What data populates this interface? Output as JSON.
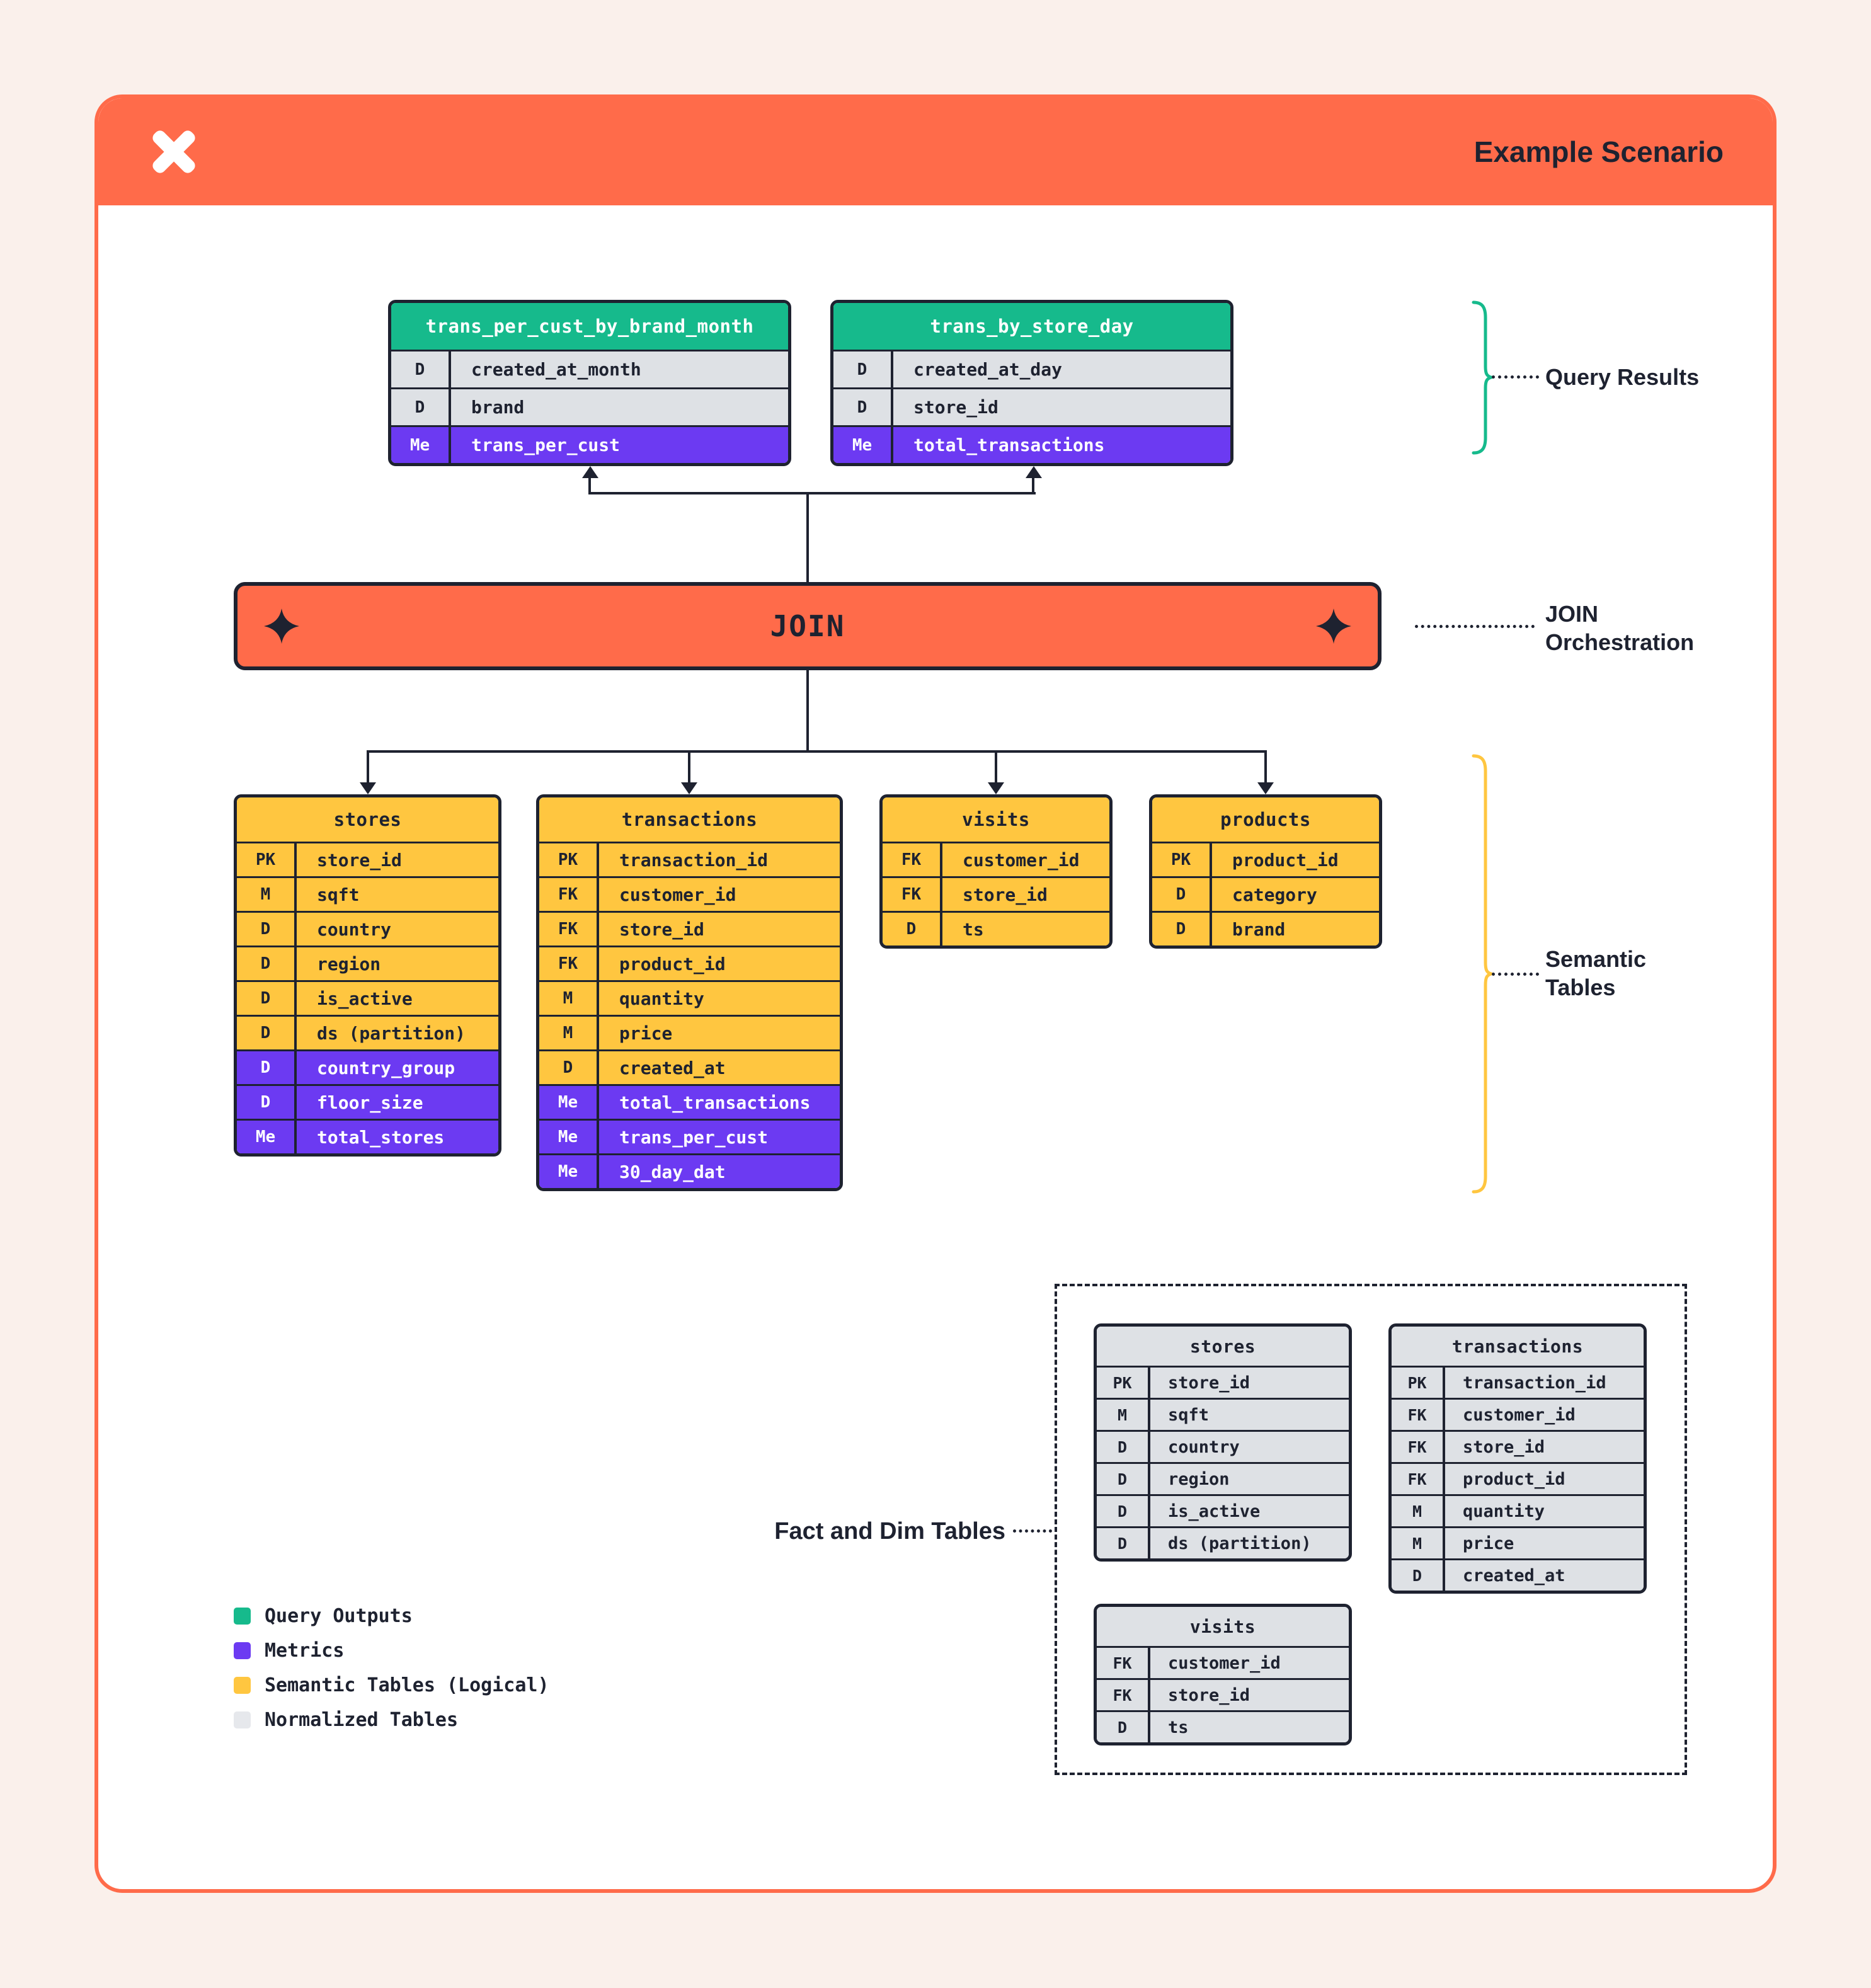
{
  "header": {
    "title": "Example Scenario"
  },
  "join": {
    "label": "JOIN"
  },
  "annotations": {
    "query_results": "Query Results",
    "join_orchestration": "JOIN\nOrchestration",
    "semantic_tables": "Semantic\nTables",
    "fact_dim": "Fact and Dim Tables"
  },
  "query_results": {
    "tables": [
      {
        "title": "trans_per_cust_by_brand_month",
        "header_variant": "green",
        "rows": [
          {
            "key": "D",
            "name": "created_at_month",
            "variant": "gray"
          },
          {
            "key": "D",
            "name": "brand",
            "variant": "gray"
          },
          {
            "key": "Me",
            "name": "trans_per_cust",
            "variant": "purple"
          }
        ]
      },
      {
        "title": "trans_by_store_day",
        "header_variant": "green",
        "rows": [
          {
            "key": "D",
            "name": "created_at_day",
            "variant": "gray"
          },
          {
            "key": "D",
            "name": "store_id",
            "variant": "gray"
          },
          {
            "key": "Me",
            "name": "total_transactions",
            "variant": "purple"
          }
        ]
      }
    ]
  },
  "semantic_tables": {
    "tables": [
      {
        "title": "stores",
        "header_variant": "yellow",
        "rows": [
          {
            "key": "PK",
            "name": "store_id",
            "variant": "yellow"
          },
          {
            "key": "M",
            "name": "sqft",
            "variant": "yellow"
          },
          {
            "key": "D",
            "name": "country",
            "variant": "yellow"
          },
          {
            "key": "D",
            "name": "region",
            "variant": "yellow"
          },
          {
            "key": "D",
            "name": "is_active",
            "variant": "yellow"
          },
          {
            "key": "D",
            "name": "ds (partition)",
            "variant": "yellow"
          },
          {
            "key": "D",
            "name": "country_group",
            "variant": "purple"
          },
          {
            "key": "D",
            "name": "floor_size",
            "variant": "purple"
          },
          {
            "key": "Me",
            "name": "total_stores",
            "variant": "purple"
          }
        ]
      },
      {
        "title": "transactions",
        "header_variant": "yellow",
        "rows": [
          {
            "key": "PK",
            "name": "transaction_id",
            "variant": "yellow"
          },
          {
            "key": "FK",
            "name": "customer_id",
            "variant": "yellow"
          },
          {
            "key": "FK",
            "name": "store_id",
            "variant": "yellow"
          },
          {
            "key": "FK",
            "name": "product_id",
            "variant": "yellow"
          },
          {
            "key": "M",
            "name": "quantity",
            "variant": "yellow"
          },
          {
            "key": "M",
            "name": "price",
            "variant": "yellow"
          },
          {
            "key": "D",
            "name": "created_at",
            "variant": "yellow"
          },
          {
            "key": "Me",
            "name": "total_transactions",
            "variant": "purple"
          },
          {
            "key": "Me",
            "name": "trans_per_cust",
            "variant": "purple"
          },
          {
            "key": "Me",
            "name": "30_day_dat",
            "variant": "purple"
          }
        ]
      },
      {
        "title": "visits",
        "header_variant": "yellow",
        "rows": [
          {
            "key": "FK",
            "name": "customer_id",
            "variant": "yellow"
          },
          {
            "key": "FK",
            "name": "store_id",
            "variant": "yellow"
          },
          {
            "key": "D",
            "name": "ts",
            "variant": "yellow"
          }
        ]
      },
      {
        "title": "products",
        "header_variant": "yellow",
        "rows": [
          {
            "key": "PK",
            "name": "product_id",
            "variant": "yellow"
          },
          {
            "key": "D",
            "name": "category",
            "variant": "yellow"
          },
          {
            "key": "D",
            "name": "brand",
            "variant": "yellow"
          }
        ]
      }
    ]
  },
  "normalized_tables": {
    "tables": [
      {
        "title": "stores",
        "header_variant": "gray",
        "rows": [
          {
            "key": "PK",
            "name": "store_id",
            "variant": "gray"
          },
          {
            "key": "M",
            "name": "sqft",
            "variant": "gray"
          },
          {
            "key": "D",
            "name": "country",
            "variant": "gray"
          },
          {
            "key": "D",
            "name": "region",
            "variant": "gray"
          },
          {
            "key": "D",
            "name": "is_active",
            "variant": "gray"
          },
          {
            "key": "D",
            "name": "ds (partition)",
            "variant": "gray"
          }
        ]
      },
      {
        "title": "transactions",
        "header_variant": "gray",
        "rows": [
          {
            "key": "PK",
            "name": "transaction_id",
            "variant": "gray"
          },
          {
            "key": "FK",
            "name": "customer_id",
            "variant": "gray"
          },
          {
            "key": "FK",
            "name": "store_id",
            "variant": "gray"
          },
          {
            "key": "FK",
            "name": "product_id",
            "variant": "gray"
          },
          {
            "key": "M",
            "name": "quantity",
            "variant": "gray"
          },
          {
            "key": "M",
            "name": "price",
            "variant": "gray"
          },
          {
            "key": "D",
            "name": "created_at",
            "variant": "gray"
          }
        ]
      },
      {
        "title": "visits",
        "header_variant": "gray",
        "rows": [
          {
            "key": "FK",
            "name": "customer_id",
            "variant": "gray"
          },
          {
            "key": "FK",
            "name": "store_id",
            "variant": "gray"
          },
          {
            "key": "D",
            "name": "ts",
            "variant": "gray"
          }
        ]
      }
    ]
  },
  "legend": {
    "items": [
      {
        "label": "Query Outputs",
        "swatch": "green"
      },
      {
        "label": "Metrics",
        "swatch": "purple"
      },
      {
        "label": "Semantic Tables (Logical)",
        "swatch": "yellow"
      },
      {
        "label": "Normalized Tables",
        "swatch": "lightgray"
      }
    ]
  },
  "colors": {
    "orange": "#FF6B4A",
    "green": "#16BA8C",
    "purple": "#6C3AF2",
    "yellow": "#FFC640",
    "gray": "#DEE1E5",
    "dark": "#1E2230",
    "background": "#FAF0EB"
  }
}
